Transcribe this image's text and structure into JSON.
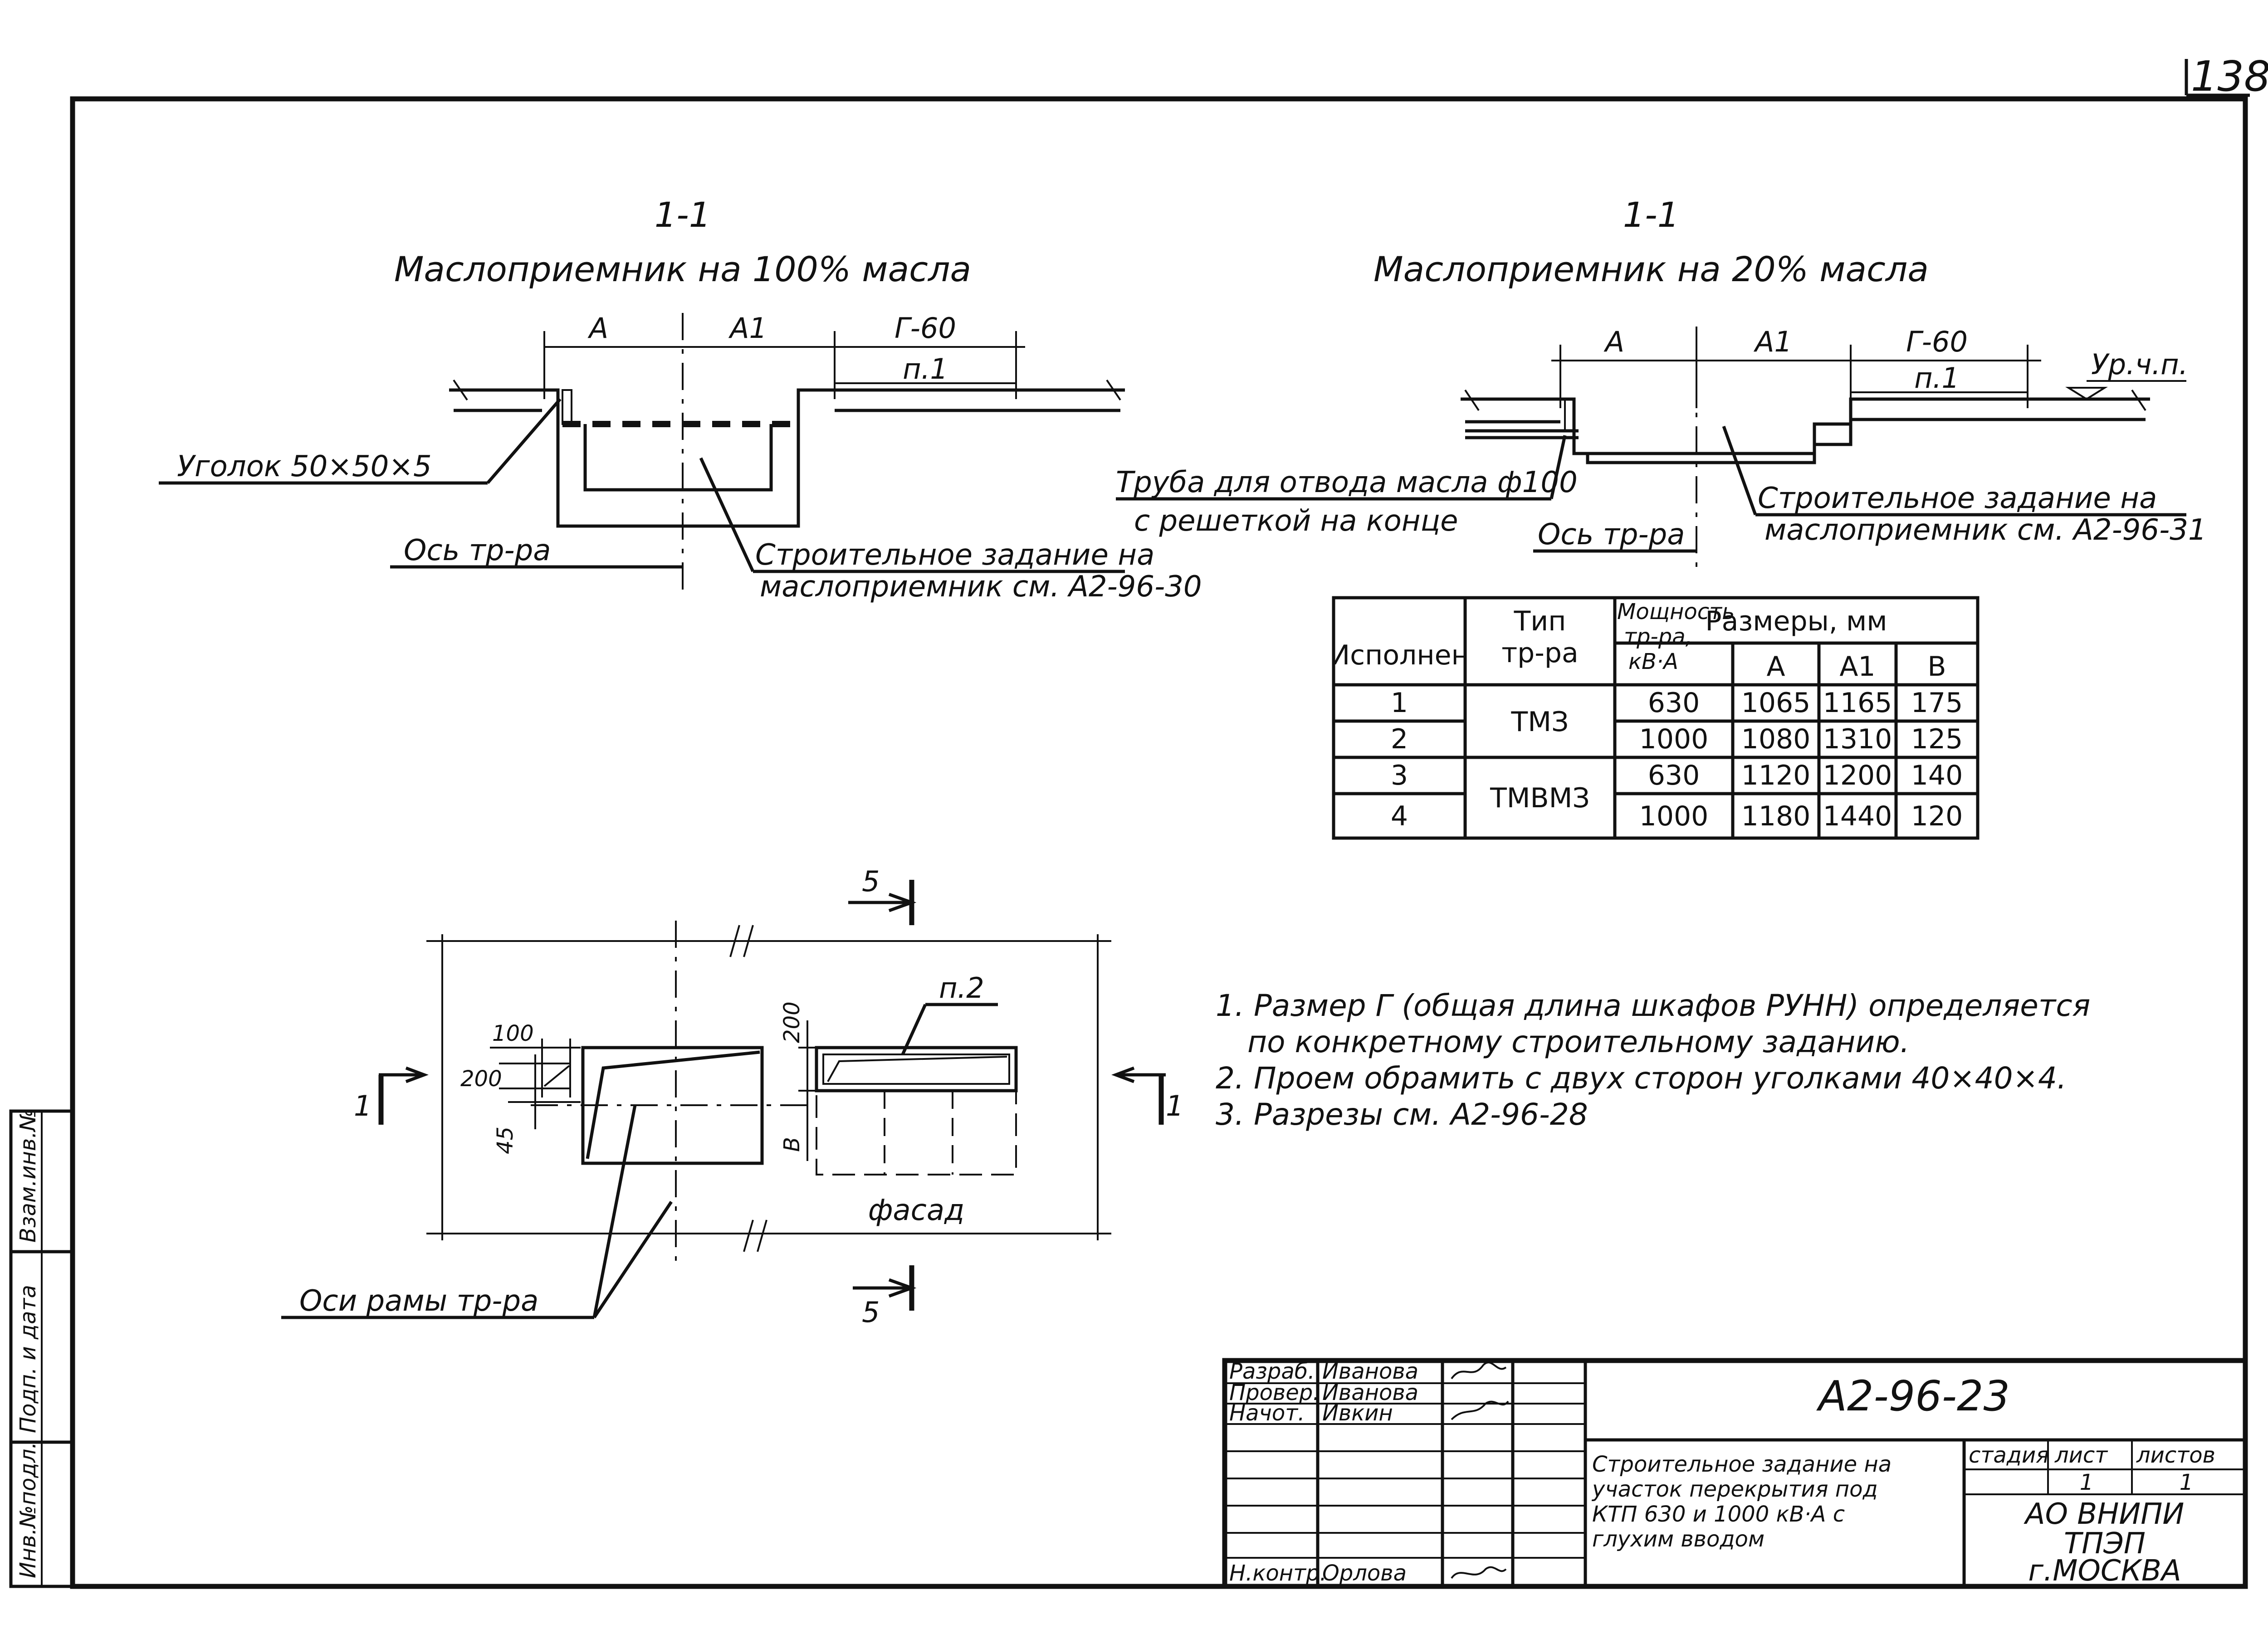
{
  "sheet_number": "138",
  "section_left": {
    "cut": "1-1",
    "title": "Маслоприемник на 100% масла",
    "dim_a": "А",
    "dim_a1": "А1",
    "dim_g": "Г-60",
    "panel": "п.1",
    "label_angle": "Уголок 50×50×5",
    "label_axis": "Ось тр-ра",
    "label_task_1": "Строительное задание на",
    "label_task_2": "маслоприемник см. А2-96-30"
  },
  "section_right": {
    "cut": "1-1",
    "title": "Маслоприемник на 20% масла",
    "dim_a": "А",
    "dim_a1": "А1",
    "dim_g": "Г-60",
    "panel": "п.1",
    "level": "Ур.ч.п.",
    "label_pipe_1": "Труба для отвода масла ф100",
    "label_pipe_2": "с решеткой на конце",
    "label_axis": "Ось тр-ра",
    "label_task_1": "Строительное задание на",
    "label_task_2": "маслоприемник см. А2-96-31"
  },
  "table": {
    "headers": {
      "variant": "Исполнен",
      "type_1": "Тип",
      "type_2": "тр-ра",
      "power_1": "Мощность",
      "power_2": "тр-ра,",
      "power_3": "кВ·А",
      "sizes": "Размеры, мм",
      "a": "А",
      "a1": "А1",
      "b": "В"
    },
    "rows": [
      {
        "variant": "1",
        "power": "630",
        "a": "1065",
        "a1": "1165",
        "b": "175"
      },
      {
        "variant": "2",
        "power": "1000",
        "a": "1080",
        "a1": "1310",
        "b": "125"
      },
      {
        "variant": "3",
        "power": "630",
        "a": "1120",
        "a1": "1200",
        "b": "140"
      },
      {
        "variant": "4",
        "power": "1000",
        "a": "1180",
        "a1": "1440",
        "b": "120"
      }
    ],
    "types": [
      "ТМЗ",
      "ТМВМЗ"
    ]
  },
  "plan": {
    "cut_5": "5",
    "cut_1": "1",
    "dim_100": "100",
    "dim_200": "200",
    "dim_45": "45",
    "dim_200_v": "200",
    "dim_v": "В",
    "panel": "п.2",
    "facade": "фасад",
    "label_axes": "Оси рамы тр-ра"
  },
  "notes": [
    "1. Размер Г (общая длина шкафов РУНН) определяется",
    "по конкретному строительному заданию.",
    "2. Проем обрамить с двух сторон уголками 40×40×4.",
    "3. Разрезы см. А2-96-28"
  ],
  "side_stamp": {
    "col1": "Инв.№подл.",
    "col2": "Подп. и дата",
    "col3": "Взам.инв.№"
  },
  "title_block": {
    "roles": [
      "Разраб.",
      "Провер.",
      "Начот.",
      "Н.контр."
    ],
    "names": [
      "Иванова",
      "Иванова",
      "Ивкин",
      "Орлова"
    ],
    "doc_code": "А2-96-23",
    "title_1": "Строительное задание на",
    "title_2": "участок перекрытия под",
    "title_3": "КТП 630 и 1000 кВ·А с",
    "title_4": "глухим вводом",
    "col_stage": "стадия",
    "col_sheet": "лист",
    "col_sheets": "листов",
    "sheet_val": "1",
    "sheets_val": "1",
    "org_1": "АО ВНИПИ",
    "org_2": "ТПЭП",
    "org_3": "г.МОСКВА"
  }
}
